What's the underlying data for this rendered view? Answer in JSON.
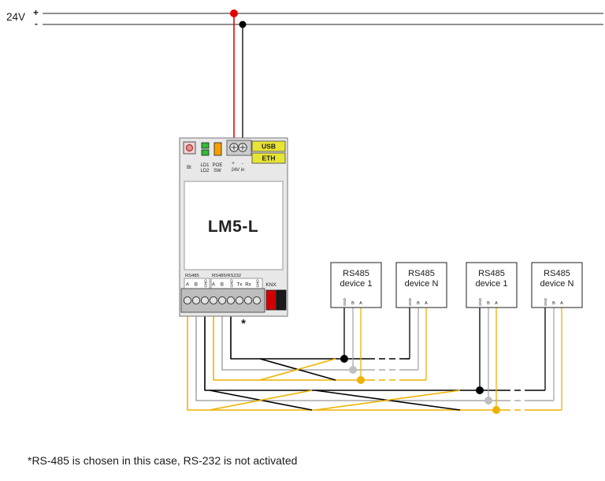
{
  "power": {
    "label": "24V",
    "plus": "+",
    "minus": "-"
  },
  "lm5l": {
    "name": "LM5-L",
    "bt": "Bt",
    "ld1": "LD1",
    "ld2": "LD2",
    "poe": "POE",
    "sw": "SW",
    "plus": "+",
    "minus": "-",
    "v24": "24V in",
    "usb": "USB",
    "eth": "ETH",
    "port1_label": "RS485",
    "port2_label": "RS485/RS232",
    "knx": "KNX",
    "port1_terminals": [
      "A",
      "B",
      "GND"
    ],
    "port2_terminals": [
      "A",
      "B",
      "GND",
      "Tx",
      "Rx",
      "GND"
    ],
    "asterisk": "*"
  },
  "devices": [
    {
      "line1": "RS485",
      "line2": "device 1",
      "terminals": [
        "GND",
        "B",
        "A"
      ]
    },
    {
      "line1": "RS485",
      "line2": "device N",
      "terminals": [
        "GND",
        "B",
        "A"
      ]
    },
    {
      "line1": "RS485",
      "line2": "device 1",
      "terminals": [
        "GND",
        "B",
        "A"
      ]
    },
    {
      "line1": "RS485",
      "line2": "device N",
      "terminals": [
        "GND",
        "B",
        "A"
      ]
    }
  ],
  "footnote": "*RS-485 is chosen in this case, RS-232 is not activated",
  "colors": {
    "wire_red": "#e60000",
    "wire_black": "#000000",
    "wire_gray": "#a8a8a8",
    "wire_yellow": "#eeb200",
    "dot_gray": "#bfbfbf",
    "port_yellow": "#e8e434",
    "led_green": "#33bb33",
    "switch_orange": "#f5a000",
    "knx_red": "#d40000",
    "knx_black": "#1a1a1a"
  }
}
